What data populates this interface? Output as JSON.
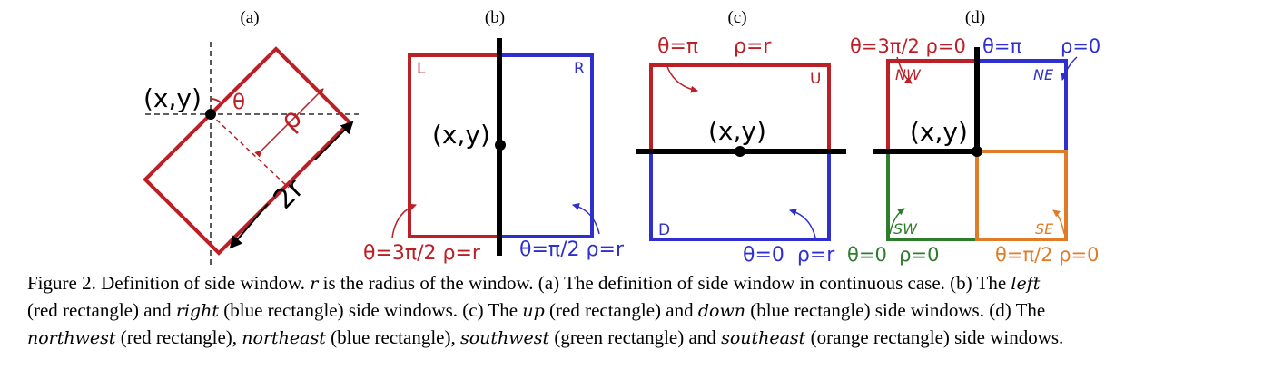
{
  "colors": {
    "red": "#bb2026",
    "blue": "#2f2fd0",
    "green": "#2d7d2d",
    "orange": "#e07b28",
    "black": "#000000"
  },
  "panels": {
    "a": {
      "label": "(a)",
      "point": "(x,y)",
      "theta": "θ",
      "rho": "ρ",
      "radius": "2r"
    },
    "b": {
      "label": "(b)",
      "point": "(x,y)",
      "left_tag": "L",
      "right_tag": "R",
      "left_params": "θ=3π/2 ρ=r",
      "right_params": "θ=π/2 ρ=r"
    },
    "c": {
      "label": "(c)",
      "point": "(x,y)",
      "up_tag": "U",
      "down_tag": "D",
      "up_theta": "θ=π",
      "up_rho": "ρ=r",
      "down_params": "θ=0  ρ=r"
    },
    "d": {
      "label": "(d)",
      "point": "(x,y)",
      "nw_tag": "NW",
      "ne_tag": "NE",
      "sw_tag": "SW",
      "se_tag": "SE",
      "nw_params": "θ=3π/2 ρ=0",
      "ne_theta": "θ=π",
      "ne_rho": "ρ=0",
      "sw_params": "θ=0  ρ=0",
      "se_params": "θ=π/2 ρ=0"
    }
  },
  "caption": {
    "line1_a": "Figure 2. Definition of side window. ",
    "r_symbol": "r",
    "line1_b": " is the radius of the window. (a) The definition of side window in continuous case. (b) The ",
    "left_word": "left",
    "line2_a": "(red rectangle) and ",
    "right_word": "right",
    "line2_b": " (blue rectangle) side windows. (c) The ",
    "up_word": "up",
    "line2_c": " (red rectangle) and ",
    "down_word": "down",
    "line2_d": " (blue rectangle) side windows. (d) The",
    "northwest_word": "northwest",
    "line3_a": " (red rectangle), ",
    "northeast_word": "northeast",
    "line3_b": " (blue rectangle), ",
    "southwest_word": "southwest",
    "line3_c": " (green rectangle) and ",
    "southeast_word": "southeast",
    "line3_d": " (orange rectangle) side windows."
  }
}
